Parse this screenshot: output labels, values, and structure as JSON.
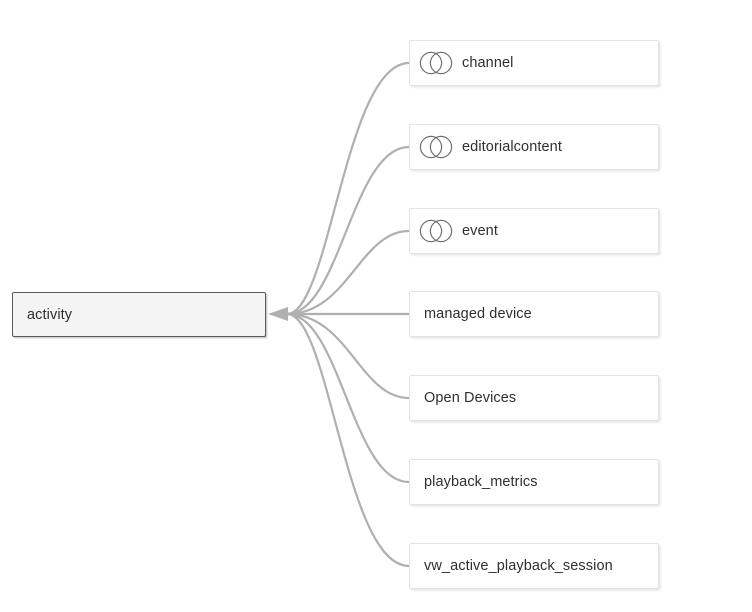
{
  "diagram": {
    "type": "lineage-tree",
    "orientation": "left-root-right-children",
    "colors": {
      "edge": "#b0b0b0",
      "root_border": "#5a5a5a",
      "root_fill": "#f4f4f4",
      "child_border": "#e3e3e3",
      "child_fill": "#ffffff",
      "text": "#2f2f2f",
      "icon_stroke": "#6e6e6e"
    },
    "root": {
      "label": "activity",
      "icon": null
    },
    "children": [
      {
        "label": "channel",
        "icon": "venn-circles-icon",
        "has_icon": true
      },
      {
        "label": "editorialcontent",
        "icon": "venn-circles-icon",
        "has_icon": true
      },
      {
        "label": "event",
        "icon": "venn-circles-icon",
        "has_icon": true
      },
      {
        "label": "managed device",
        "icon": null,
        "has_icon": false
      },
      {
        "label": "Open Devices",
        "icon": null,
        "has_icon": false
      },
      {
        "label": "playback_metrics",
        "icon": null,
        "has_icon": false
      },
      {
        "label": "vw_active_playback_session",
        "icon": null,
        "has_icon": false
      }
    ]
  }
}
